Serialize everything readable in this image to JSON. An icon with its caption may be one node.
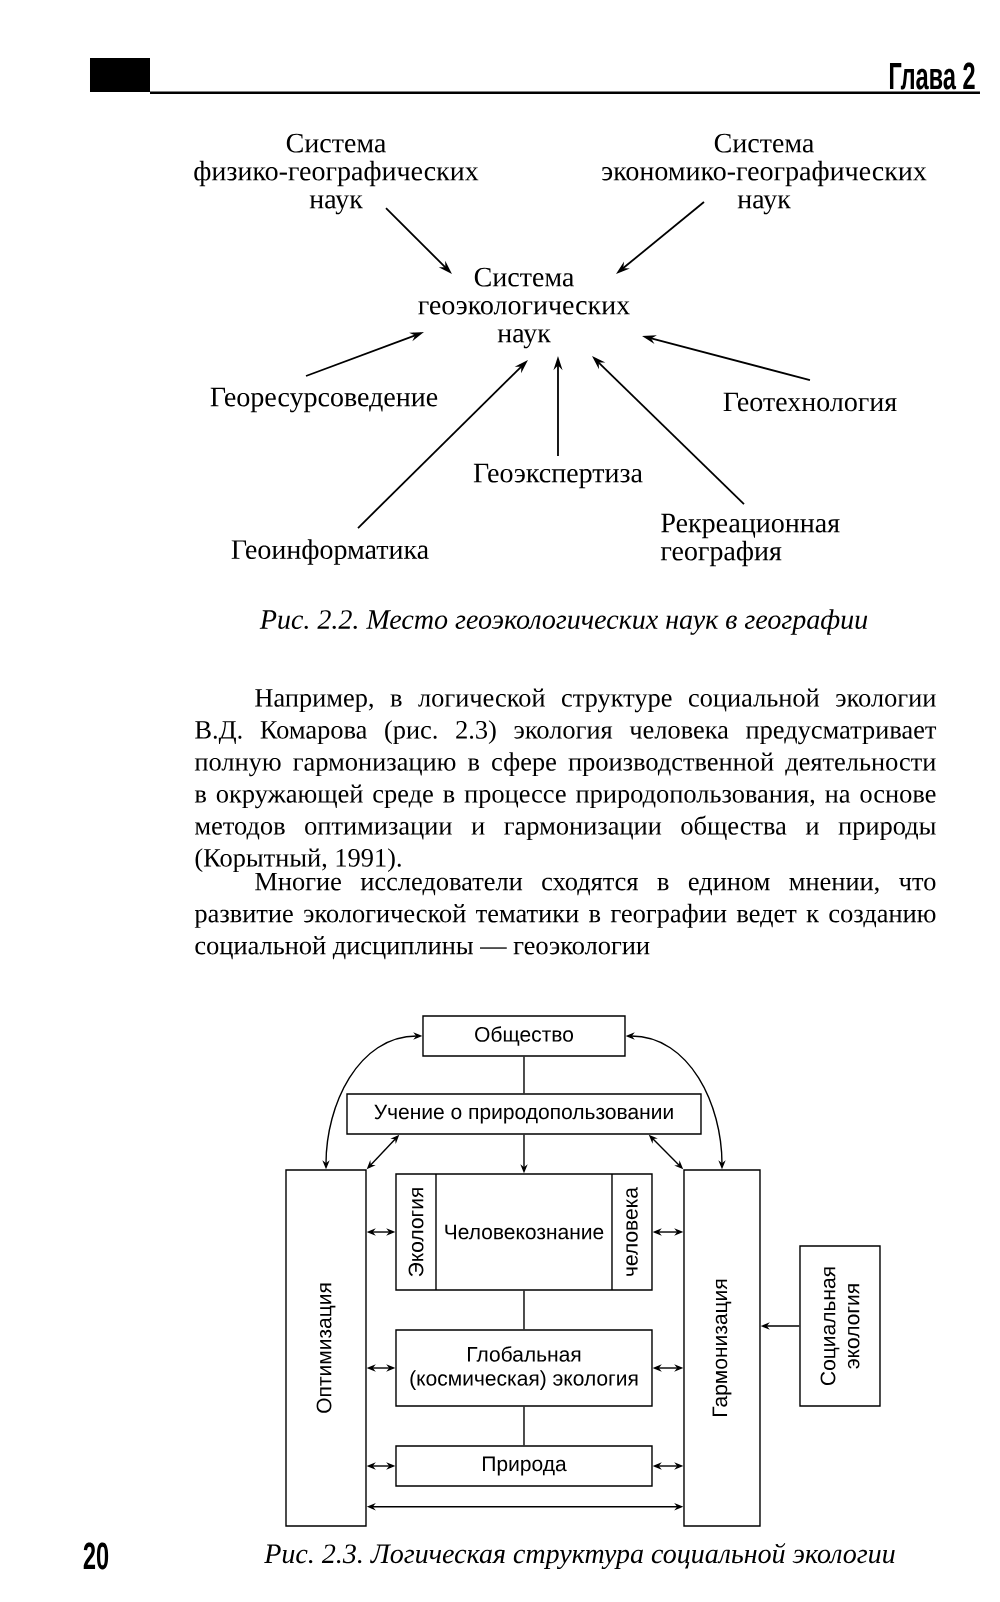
{
  "diagram": {
    "nodes": [
      {
        "text": [
          "Система физико-географических наук"
        ]
      },
      {
        "text": [
          "Система экономико-географических наук"
        ]
      },
      {
        "text": [
          "Система геоэкологических наук"
        ]
      },
      {
        "text": [
          "Георесурсоведение"
        ]
      },
      {
        "text": [
          "Геотехнология"
        ]
      },
      {
        "text": [
          "Геоэкспертиза"
        ]
      },
      {
        "text": [
          "Рекреационная география"
        ]
      },
      {
        "text": [
          "Геоинформатика"
        ]
      },
      {
        "text": [
          "Общество"
        ]
      },
      {
        "text": [
          "Учение о природопользовании"
        ]
      },
      {
        "text": [
          "Оптимизация"
        ]
      },
      {
        "text": [
          "Экология",
          "Человекознание",
          "человека"
        ]
      },
      {
        "text": [
          "Гармонизация"
        ]
      },
      {
        "text": [
          "Социальная экология"
        ]
      },
      {
        "text": [
          "Глобальная (космическая) экология"
        ]
      },
      {
        "text": [
          "Природа"
        ]
      }
    ],
    "edges": [
      {
        "from": 0,
        "to": 2,
        "arrow": "to"
      },
      {
        "from": 1,
        "to": 2,
        "arrow": "to"
      },
      {
        "from": 3,
        "to": 2,
        "arrow": "to"
      },
      {
        "from": 4,
        "to": 2,
        "arrow": "to"
      },
      {
        "from": 5,
        "to": 2,
        "arrow": "to"
      },
      {
        "from": 6,
        "to": 2,
        "arrow": "to"
      },
      {
        "from": 7,
        "to": 2,
        "arrow": "to"
      },
      {
        "from": 8,
        "to": 9,
        "arrow": "none"
      },
      {
        "from": 8,
        "to": 10,
        "arrow": "both"
      },
      {
        "from": 8,
        "to": 12,
        "arrow": "both"
      },
      {
        "from": 9,
        "to": 10,
        "arrow": "both"
      },
      {
        "from": 9,
        "to": 11,
        "arrow": "to"
      },
      {
        "from": 9,
        "to": 12,
        "arrow": "both"
      },
      {
        "from": 10,
        "to": 11,
        "arrow": "both"
      },
      {
        "from": 11,
        "to": 12,
        "arrow": "both"
      },
      {
        "from": 11,
        "to": 14,
        "arrow": "none"
      },
      {
        "from": 10,
        "to": 14,
        "arrow": "both"
      },
      {
        "from": 14,
        "to": 12,
        "arrow": "both"
      },
      {
        "from": 14,
        "to": 15,
        "arrow": "none"
      },
      {
        "from": 10,
        "to": 15,
        "arrow": "both"
      },
      {
        "from": 15,
        "to": 12,
        "arrow": "both"
      },
      {
        "from": 10,
        "to": 12,
        "arrow": "both"
      },
      {
        "from": 13,
        "to": 12,
        "arrow": "to"
      }
    ],
    "labels": [
      "Глава 2",
      "Рис. 2.2. Место геоэкологических наук в географии",
      "Например, в логической структуре социальной экологии В.Д. Комарова (рис. 2.3) экология человека предусматривает полную гармонизацию в сфере производственной деятельности в окружающей среде в процессе природопользования, на основе методов оптимизации и гармонизации общества и природы (Корытный, 1991).",
      "Многие исследователи сходятся в едином мнении, что развитие экологической тематики в географии ведет к созданию социальной дисциплины — геоэкологии",
      "20",
      "Рис. 2.3. Логическая структура социальной экологии"
    ]
  }
}
